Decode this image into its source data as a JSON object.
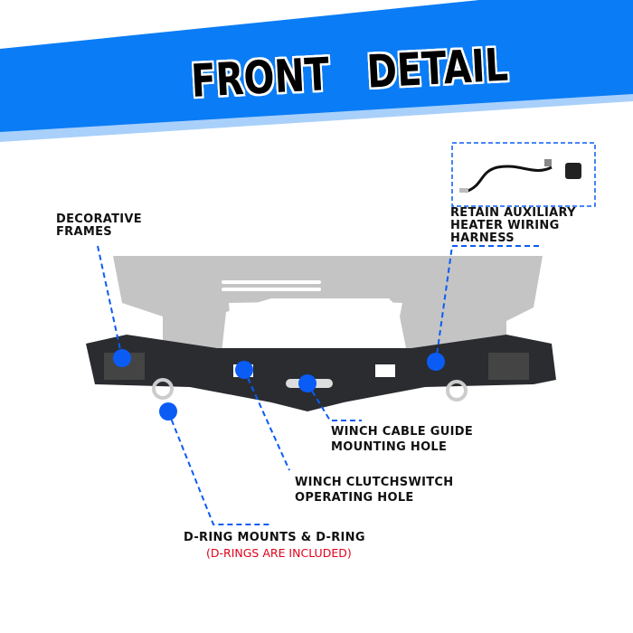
{
  "title": "FRONT   DETAIL",
  "colors": {
    "banner": "#0a7cf5",
    "banner_shadow": "#a9d0fb",
    "dot": "#0a5cf5",
    "note": "#e3001b"
  },
  "callouts": {
    "decorative_frames": {
      "line1": "DECORATIVE",
      "line2": "FRAMES"
    },
    "wiring_harness": {
      "line1": "RETAIN AUXILIARY",
      "line2": "HEATER WIRING",
      "line3": "HARNESS"
    },
    "winch_cable_guide": {
      "line1": "WINCH CABLE GUIDE",
      "line2": "MOUNTING HOLE"
    },
    "winch_clutchswitch": {
      "line1": "WINCH CLUTCHSWITCH",
      "line2": "OPERATING HOLE"
    },
    "d_ring": {
      "line1": "D-RING MOUNTS & D-RING",
      "note": "(D-RINGS ARE INCLUDED)"
    }
  }
}
